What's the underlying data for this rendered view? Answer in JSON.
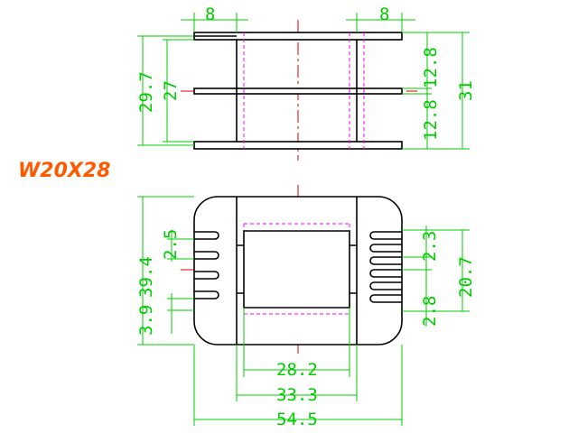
{
  "title": "W20X28",
  "colors": {
    "outline": "#000000",
    "hidden_line": "#ff00ff",
    "center_line": "#e00000",
    "dimension": "#00cc00",
    "title": "#ff5a00"
  },
  "top_view": {
    "flange_width_left": "8",
    "flange_width_right": "8",
    "overall_height_left": "29.7",
    "inner_height_left": "27",
    "upper_gap_right": "12.8",
    "lower_gap_right": "12.8",
    "overall_height_right": "31"
  },
  "bottom_view": {
    "overall_height": "39.4",
    "slot_pitch_left": "2.5",
    "bottom_offset_left": "3.9",
    "slot_pitch_right": "2.3",
    "slot_width_right": "2.8",
    "window_height_right": "20.7",
    "window_width": "28.2",
    "core_width": "33.3",
    "overall_width": "54.5"
  }
}
